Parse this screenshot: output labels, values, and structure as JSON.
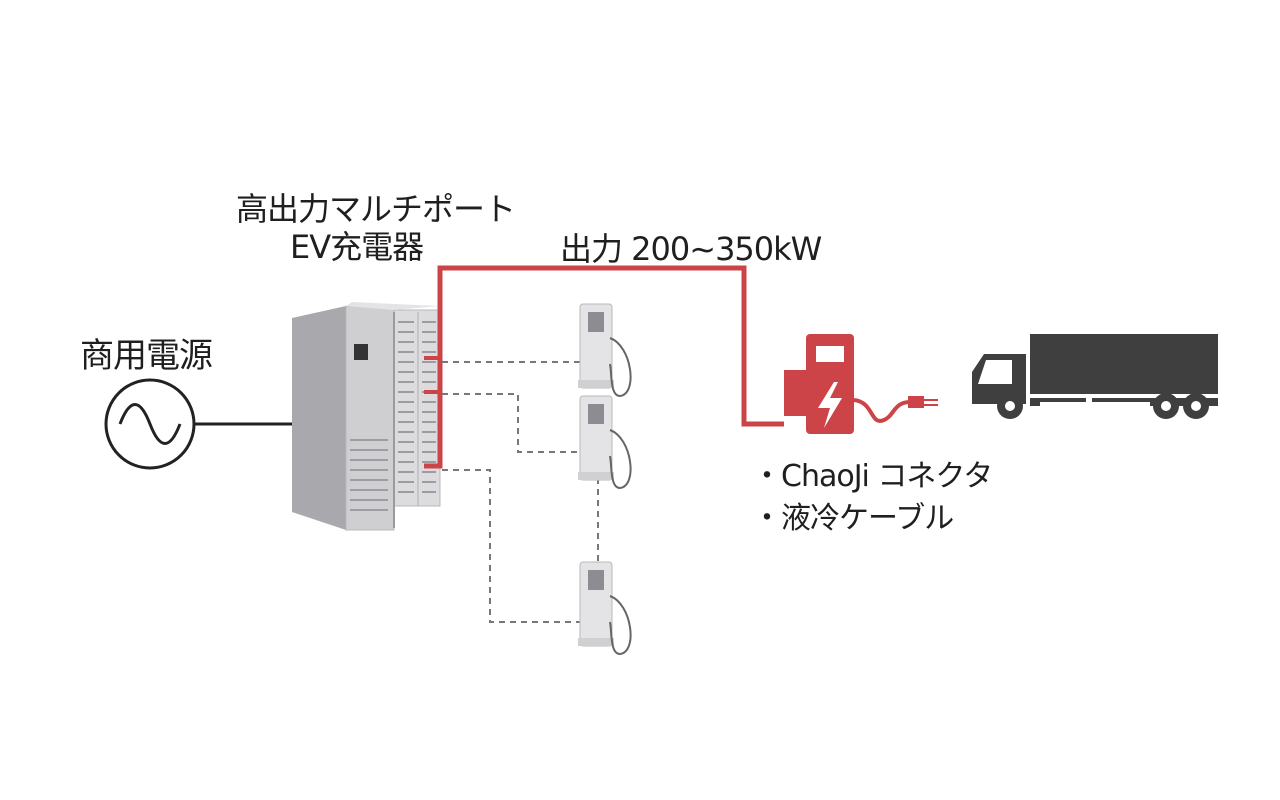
{
  "power_source": {
    "label": "商用電源"
  },
  "charger": {
    "title_line1": "高出力マルチポート",
    "title_line2": "EV充電器"
  },
  "output": {
    "label": "出力 200~350kW"
  },
  "features": [
    "・ChaoJi コネクタ",
    "・液冷ケーブル"
  ],
  "icons": {
    "source": "ac-source-icon",
    "charger": "multiport-charger-cabinet-icon",
    "dispenser": "charging-dispenser-icon",
    "chaoji_dispenser": "chaoji-charger-icon",
    "vehicle": "truck-icon"
  },
  "colors": {
    "accent": "#cc4447",
    "line_dark": "#222222",
    "dashed": "#777777",
    "truck": "#3f3f3f"
  }
}
